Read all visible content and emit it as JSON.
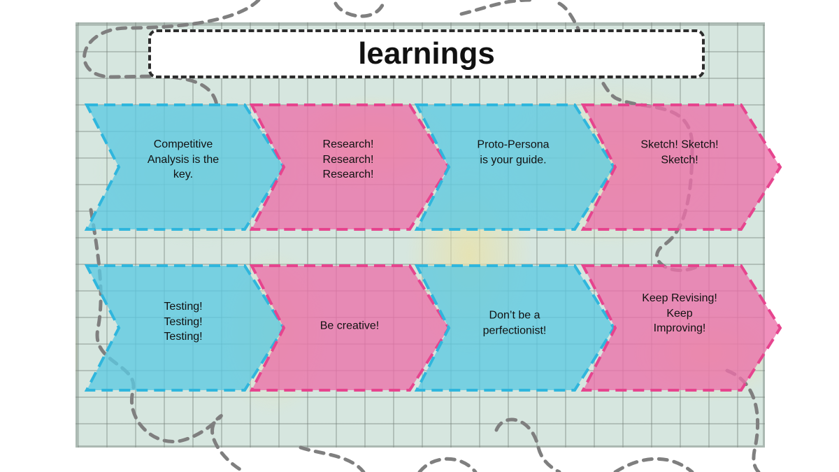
{
  "slide": {
    "title": "learnings"
  },
  "colors": {
    "cyan_fill": "#5cc9e2",
    "cyan_border": "#2fb6dd",
    "pink_fill": "#ec6fa9",
    "pink_border": "#e6448e",
    "trail": "#7f7f7f",
    "title_border": "#2d2d2d"
  },
  "rows": [
    {
      "items": [
        {
          "text": "Competitive\nAnalysis is the\nkey.",
          "color": "cyan"
        },
        {
          "text": "Research!\nResearch!\nResearch!",
          "color": "pink"
        },
        {
          "text": "Proto-Persona\nis your guide.",
          "color": "cyan"
        },
        {
          "text": "Sketch! Sketch!\nSketch!",
          "color": "pink"
        }
      ]
    },
    {
      "items": [
        {
          "text": "Testing!\nTesting!\nTesting!",
          "color": "cyan"
        },
        {
          "text": "Be creative!",
          "color": "pink"
        },
        {
          "text": "Don’t be a\nperfectionist!",
          "color": "cyan"
        },
        {
          "text": "Keep Revising!\nKeep\nImproving!",
          "color": "pink"
        }
      ]
    }
  ]
}
